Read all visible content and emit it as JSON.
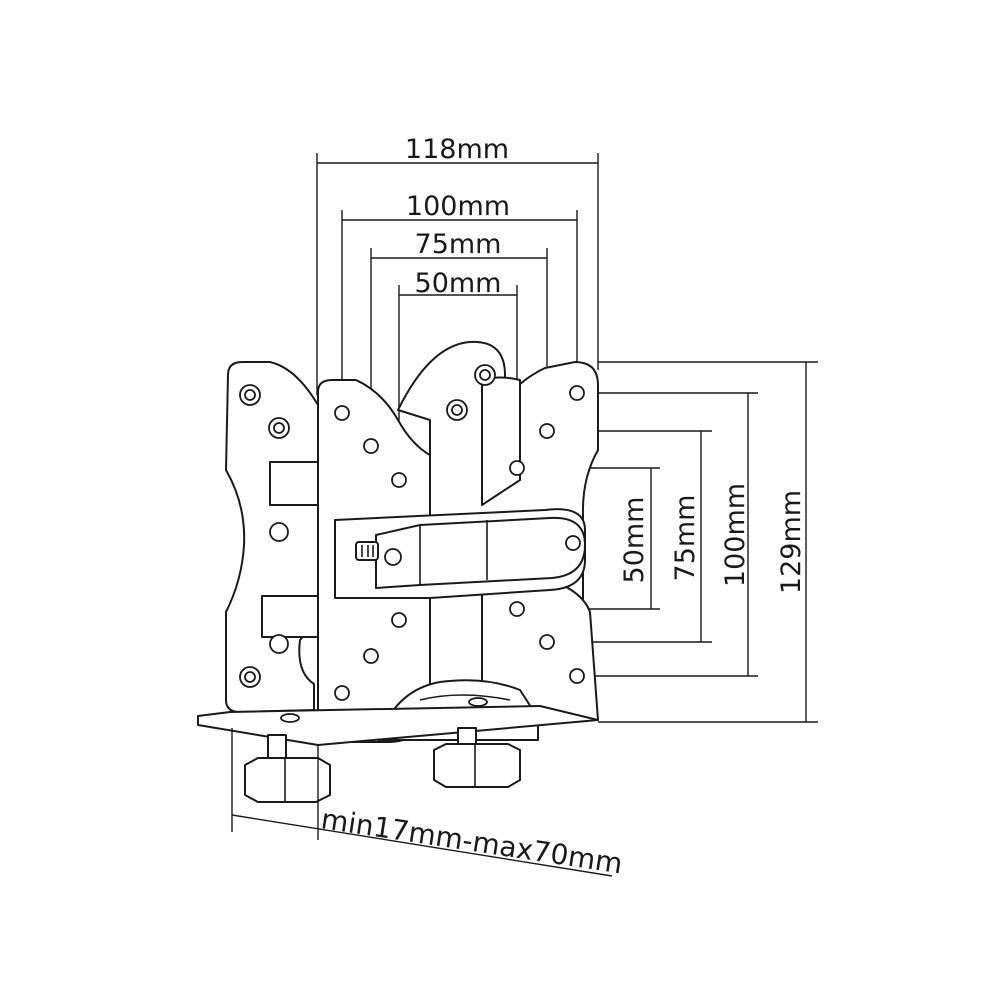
{
  "dimensions": {
    "top": [
      {
        "id": "w118",
        "label": "118mm"
      },
      {
        "id": "w100",
        "label": "100mm"
      },
      {
        "id": "w75",
        "label": "75mm"
      },
      {
        "id": "w50",
        "label": "50mm"
      }
    ],
    "side": [
      {
        "id": "h50",
        "label": "50mm"
      },
      {
        "id": "h75",
        "label": "75mm"
      },
      {
        "id": "h100",
        "label": "100mm"
      },
      {
        "id": "h129",
        "label": "129mm"
      }
    ],
    "clamp_range": "min17mm-max70mm"
  }
}
